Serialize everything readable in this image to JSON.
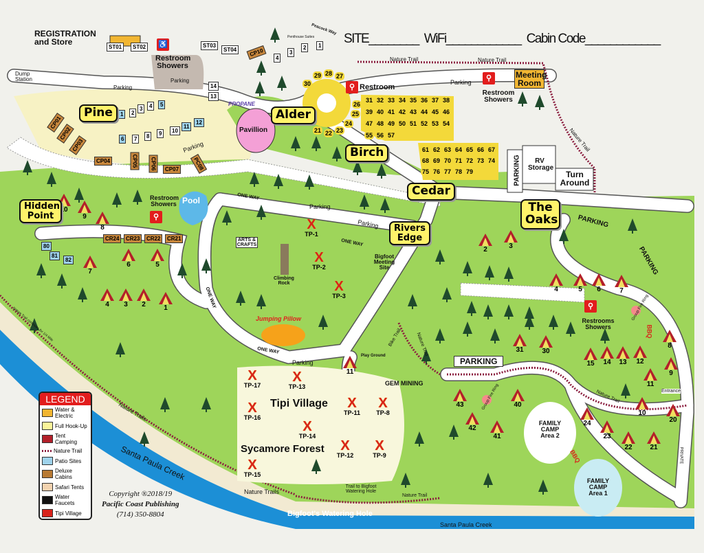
{
  "header": {
    "site": "SITE________",
    "wifi": "WiFi____________",
    "cabin": "Cabin Code____________"
  },
  "colors": {
    "green": "#9ed55a",
    "creek": "#1c8fd6",
    "rv_yellow": "#f3d93a",
    "tent_red": "#b3202a",
    "tipi_red": "#d8231b",
    "trail": "#8b1e3f"
  },
  "areas": {
    "pine": "Pine",
    "alder": "Alder",
    "birch": "Birch",
    "cedar": "Cedar",
    "oaks": "The Oaks",
    "rivers_edge": "Rivers Edge",
    "hidden_point": "Hidden Point"
  },
  "labels": {
    "registration": "REGISTRATION and Store",
    "dump": "Dump Station",
    "restroom_showers": "Restroom Showers",
    "restroom": "Restroom",
    "restrooms_showers": "Restrooms Showers",
    "parking": "Parking",
    "parking_caps": "PARKING",
    "propane": "PROPANE",
    "pavillion": "Pavillion",
    "meeting_room": "Meeting Room",
    "rv_storage": "RV Storage",
    "turn_around": "Turn Around",
    "nature_trail": "Nature Trail",
    "nature_trails": "Nature Trails",
    "pool": "Pool",
    "one_way": "ONE WAY",
    "arts_crafts": "ARTS & CRAFTS",
    "climbing_rock": "Climbing Rock",
    "bigfoot_meeting": "Bigfoot Meeting Site",
    "jumping_pillow": "Jumping Pillow",
    "play_ground": "Play Ground",
    "bike_trail": "Bike Trail",
    "gem_mining": "GEM MINING",
    "tipi_village": "Tipi Village",
    "sycamore_forest": "Sycamore Forest",
    "family_camp_2": "FAMILY CAMP Area 2",
    "family_camp_1": "FAMILY CAMP Area 1",
    "group_fire_ring": "Group Fire Ring",
    "bbq": "BBQ",
    "entrance": "Entrance",
    "private": "PRIVATE",
    "santa_paula_creek": "Santa Paula Creek",
    "watering_hole": "Bigfoot's Watering Hole",
    "trail_to_watering_hole": "Trail to Bigfoot Watering Hole",
    "peacock_way": "Peacock Way",
    "penthouse_suites": "Penthouse Suites",
    "nature_trail_mile": "Nature Trail continues for 1/4 Mile"
  },
  "safari_tents": [
    "ST01",
    "ST02",
    "ST03",
    "ST04"
  ],
  "cabins_top": [
    "CP01",
    "CP02",
    "CP03",
    "CP04",
    "CP05",
    "CP06",
    "CP07",
    "PC08",
    "CP10"
  ],
  "cabins_river": [
    "CR24",
    "CR23",
    "CR22",
    "CR21"
  ],
  "penthouse": [
    "1",
    "2",
    "3",
    "4"
  ],
  "pine_sites": [
    "1",
    "2",
    "3",
    "4",
    "5",
    "6",
    "7",
    "8",
    "9",
    "10",
    "11",
    "12",
    "13",
    "14"
  ],
  "patio_sites": [
    "80",
    "81",
    "82"
  ],
  "rv_sites": [
    "21",
    "22",
    "23",
    "24",
    "25",
    "26",
    "27",
    "28",
    "29",
    "30",
    "31",
    "32",
    "33",
    "34",
    "35",
    "36",
    "37",
    "38",
    "39",
    "40",
    "41",
    "42",
    "43",
    "44",
    "45",
    "46",
    "47",
    "48",
    "49",
    "50",
    "51",
    "52",
    "53",
    "54",
    "55",
    "56",
    "57",
    "61",
    "62",
    "63",
    "64",
    "65",
    "66",
    "67",
    "68",
    "69",
    "70",
    "71",
    "72",
    "73",
    "74",
    "75",
    "76",
    "77",
    "78",
    "79"
  ],
  "tents": [
    "10",
    "9",
    "8",
    "6",
    "5",
    "7",
    "4",
    "3",
    "2",
    "1",
    "2",
    "3",
    "4",
    "5",
    "6",
    "7",
    "31",
    "30",
    "15",
    "14",
    "13",
    "12",
    "11",
    "8",
    "9",
    "10",
    "20",
    "24",
    "23",
    "22",
    "21",
    "43",
    "42",
    "41",
    "40",
    "11"
  ],
  "tipis": [
    "TP-1",
    "TP-2",
    "TP-3",
    "TP-17",
    "TP-13",
    "TP-16",
    "TP-11",
    "TP-8",
    "TP-14",
    "TP-12",
    "TP-9",
    "TP-15"
  ],
  "legend": {
    "title": "LEGEND",
    "items": [
      {
        "label": "Water & Electric",
        "color": "#f2b632"
      },
      {
        "label": "Full Hook-Up",
        "color": "#fbf49a"
      },
      {
        "label": "Tent Camping",
        "color": "#b3202a"
      },
      {
        "label": "Nature Trail",
        "color": "#8b1e3f"
      },
      {
        "label": "Patio Sites",
        "color": "#9fd3ec"
      },
      {
        "label": "Deluxe Cabins",
        "color": "#b87a34"
      },
      {
        "label": "Safari Tents",
        "color": "#f3d3b0"
      },
      {
        "label": "Water Faucets",
        "color": "#111111"
      },
      {
        "label": "Tipi Village",
        "color": "#d8231b"
      }
    ]
  },
  "copyright": {
    "line1": "Copyright ®2018/19",
    "line2": "Pacific Coast Publishing",
    "line3": "(714) 350-8804"
  }
}
